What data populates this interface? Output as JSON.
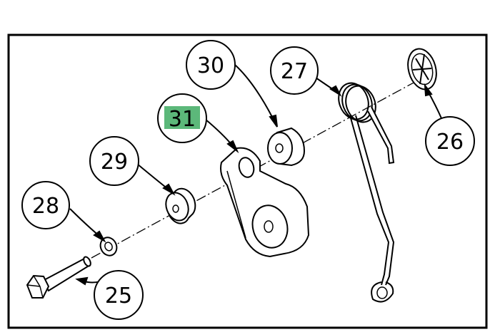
{
  "diagram": {
    "highlight_color": "#5cb87a",
    "callouts": [
      {
        "id": "c30",
        "label": "30"
      },
      {
        "id": "c27",
        "label": "27"
      },
      {
        "id": "c31",
        "label": "31",
        "highlighted": true
      },
      {
        "id": "c26",
        "label": "26"
      },
      {
        "id": "c29",
        "label": "29"
      },
      {
        "id": "c28",
        "label": "28"
      },
      {
        "id": "c25",
        "label": "25"
      }
    ]
  }
}
